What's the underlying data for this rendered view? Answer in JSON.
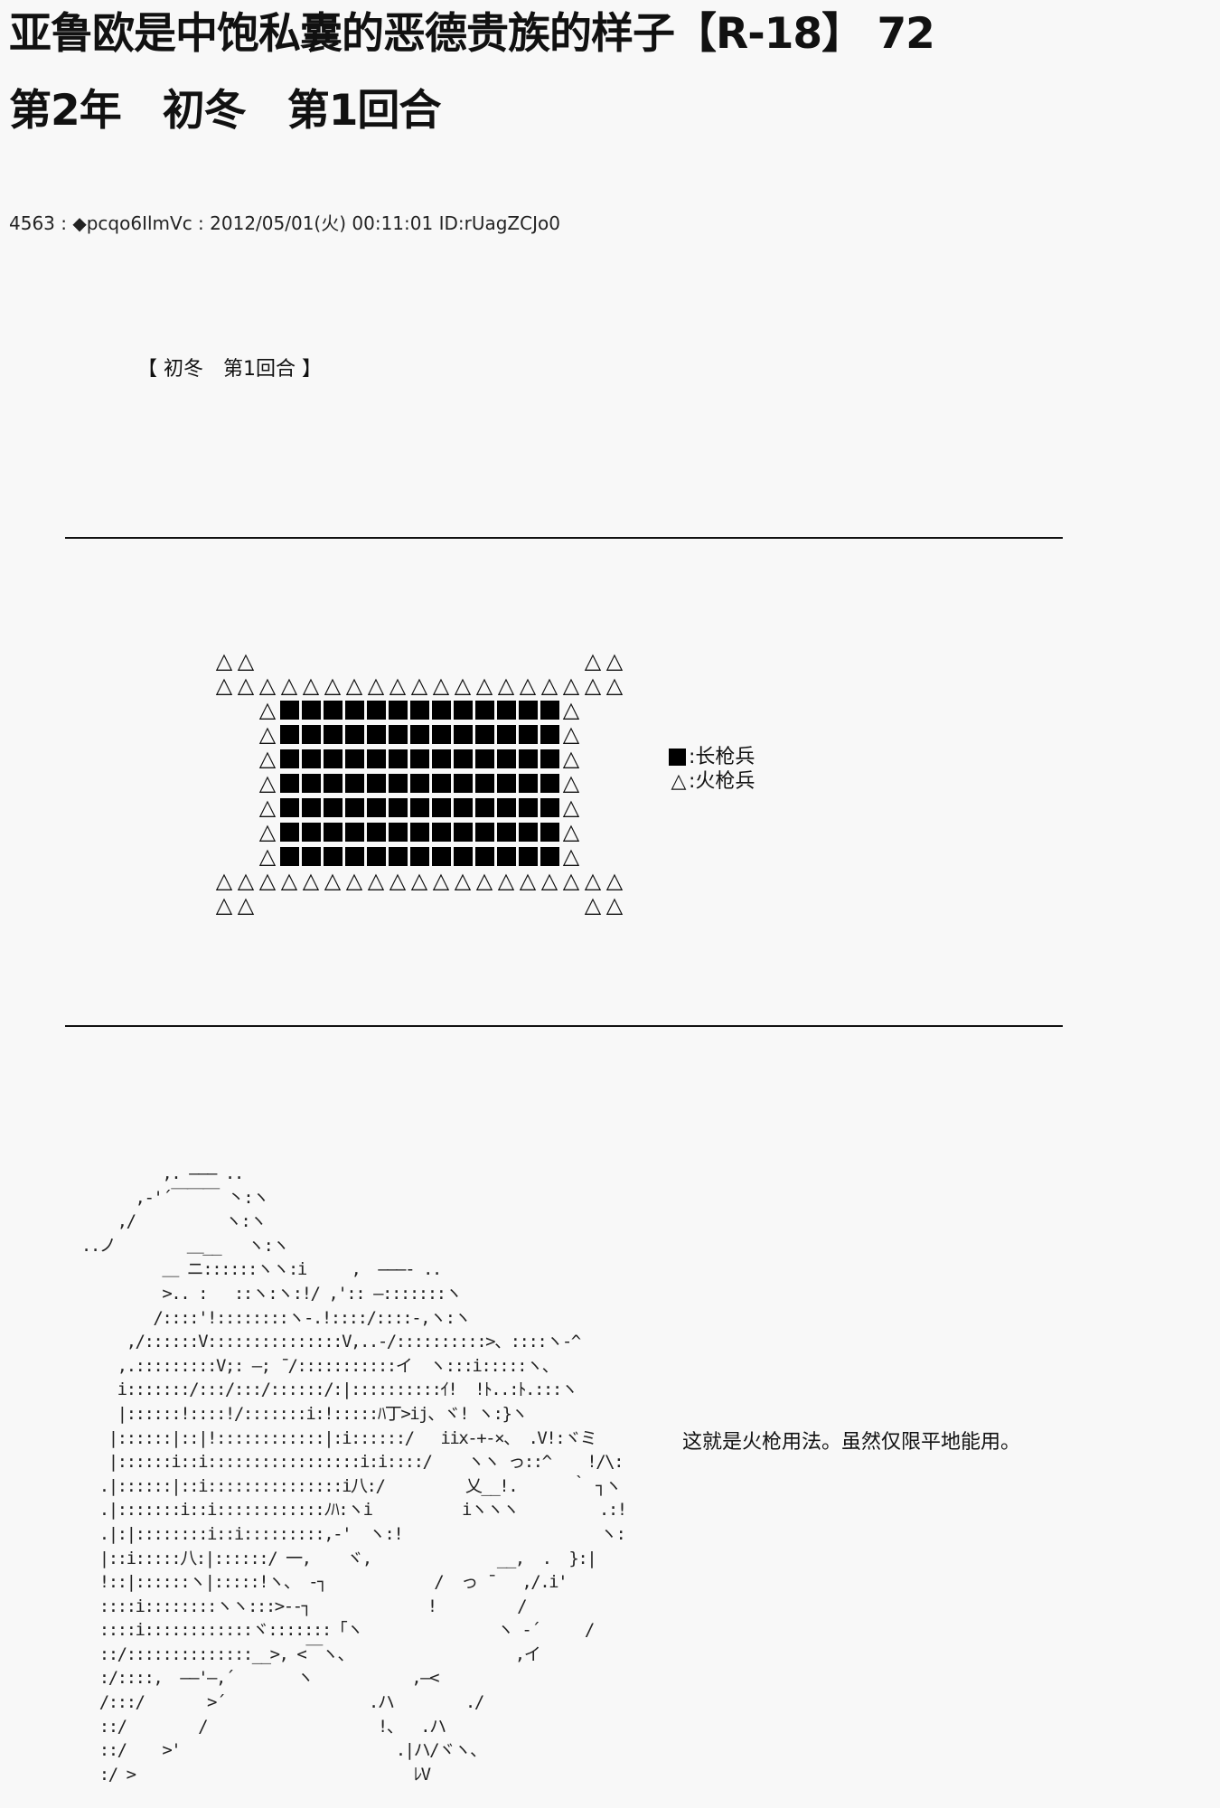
{
  "header": {
    "title": "亚鲁欧是中饱私囊的恶德贵族的样子【R-18】 72",
    "subtitle": "第2年　初冬　第1回合"
  },
  "post": {
    "meta": "4563 : ◆pcqo6IlmVc : 2012/05/01(火) 00:11:01 ID:rUagZCJo0",
    "round_label": "【 初冬　第1回合 】"
  },
  "formation": {
    "rows": [
      "TT_______________TT",
      "TTTTTTTTTTTTTTTTTTT",
      "__TSSSSSSSSSSSSST__",
      "__TSSSSSSSSSSSSST__",
      "__TSSSSSSSSSSSSST__",
      "__TSSSSSSSSSSSSST__",
      "__TSSSSSSSSSSSSST__",
      "__TSSSSSSSSSSSSST__",
      "__TSSSSSSSSSSSSST__",
      "TTTTTTTTTTTTTTTTTTT",
      "TT_______________TT"
    ],
    "legend": [
      {
        "symbol": "■",
        "sep": ":",
        "label": "长枪兵"
      },
      {
        "symbol": "△",
        "sep": ":",
        "label": "火枪兵"
      }
    ]
  },
  "art": {
    "ascii": "           ,. ――― ..\n        ,-'´￣￣￣ 丶:ヽ\n      ,/          ヽ:ヽ\n  ..ノ        ＿__   ヽ:ヽ\n           ＿ ニ::::::ヽヽ:i     ,  ―――- ..\n           >.. :   ::ヽ:ヽ:!/ ,':: ―:::::::ヽ\n          /::::'!::::::::ヽ-.!::::/::::-,ヽ:ヽ\n       ,/::::::V:::::::::::::::V,..-/::::::::::>、::::ヽ-^\n      ,.:::::::::V;: ―; ̄ /:::::::::::イ  ヽ:::i:::::ヽ、\n      i:::::::/:::/:::/::::::/:|::::::::::ｲ!  !ﾄ..:ﾄ.:::ヽ\n      |::::::!::::!/:::::::i:!:::::ﾊ丁>ij、ヾ! ヽ:}ヽ\n     |::::::|::|!::::::::::::|:i::::::/   iix-+-×、 .V!:ヾミ\n     |::::::i::i:::::::::::::::::i:i::::/    ヽヽ っ::^    !/\\:ヽ\n    .|::::::|::i:::::::::::::::i八:/         乂__!.      ｀ ┐ヽ\n    .|:::::::i::i::::::::::::ﾉﾊ:ヽi          iヽヽヽ         .:!\n    .|:|::::::::i::i:::::::::,-'  ヽ:!                      ヽ:|\n    |::i:::::八:|::::::/ 一,    ヾ,              __,  .  }:|\n    !::|::::::ヽ|:::::!ヽ、 ‐┐            /  っ ̄    ,/.i'\n    ::::i::::::::ヽヽ:::>--┐             !         /\n    ::::i::::::::::::ヾ:::::::「ヽ               ヽ -´     /\n    ::/::::::::::::::__>, <￣ヽ、                  ,イ\n    :/::::,  ――'―,´       ヽ           ,―<\n    /:::/       >´                .ハ        ./\n    ::/        /                   !、  .ハ\n    ::/    >'                        .|ハ/ヾヽ、\n    :/ >                               ﾚV",
    "caption": "这就是火枪用法。虽然仅限平地能用。"
  }
}
